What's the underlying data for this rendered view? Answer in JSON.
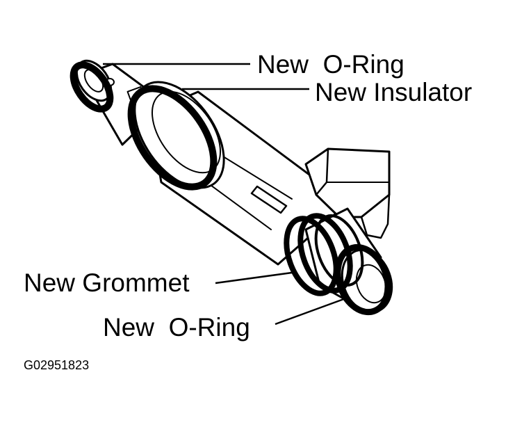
{
  "labels": {
    "top_oring": "New  O-Ring",
    "insulator": "New Insulator",
    "grommet": "New Grommet",
    "bottom_oring": "New  O-Ring"
  },
  "figure_code": "G02951823",
  "colors": {
    "ink": "#000000",
    "paper": "#ffffff"
  }
}
